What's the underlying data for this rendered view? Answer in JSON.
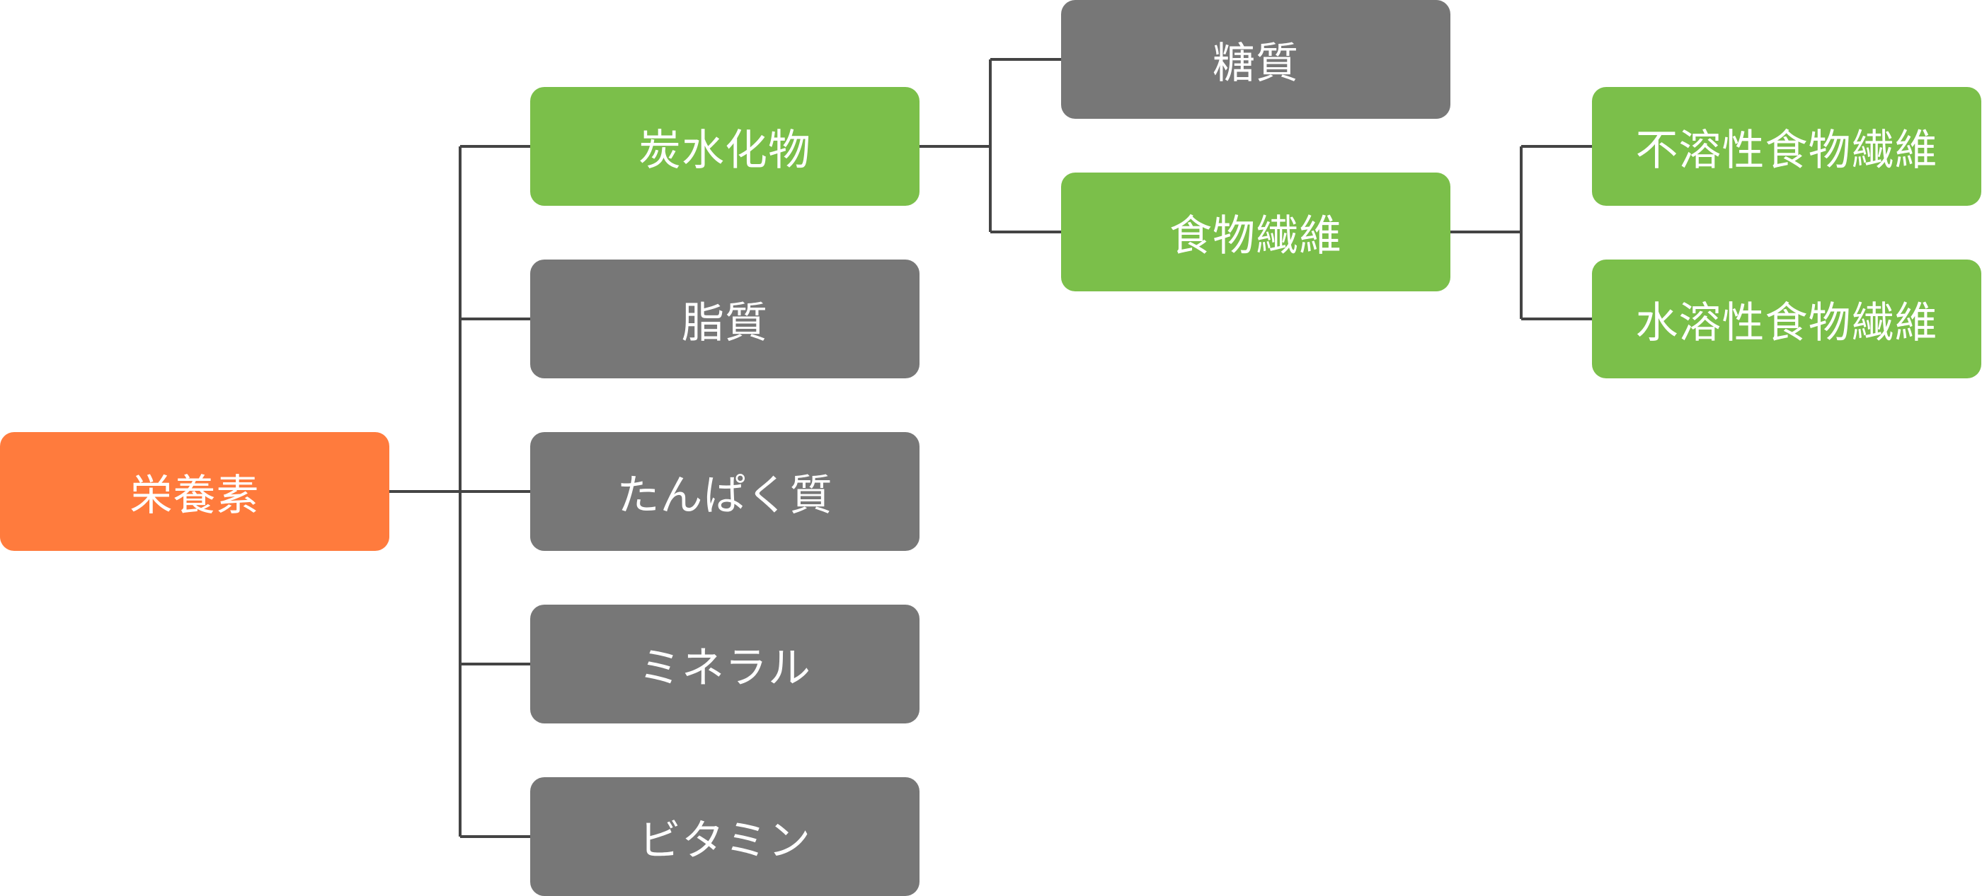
{
  "diagram": {
    "root": {
      "label": "栄養素",
      "color": "#ff7b3d"
    },
    "level1": [
      {
        "label": "炭水化物",
        "color": "#7bbf4a"
      },
      {
        "label": "脂質",
        "color": "#777777"
      },
      {
        "label": "たんぱく質",
        "color": "#777777"
      },
      {
        "label": "ミネラル",
        "color": "#777777"
      },
      {
        "label": "ビタミン",
        "color": "#777777"
      }
    ],
    "carbohydrate_children": [
      {
        "label": "糖質",
        "color": "#777777"
      },
      {
        "label": "食物繊維",
        "color": "#7bbf4a"
      }
    ],
    "fiber_children": [
      {
        "label": "不溶性食物繊維",
        "color": "#7bbf4a"
      },
      {
        "label": "水溶性食物繊維",
        "color": "#7bbf4a"
      }
    ],
    "connector_color": "#444444"
  }
}
